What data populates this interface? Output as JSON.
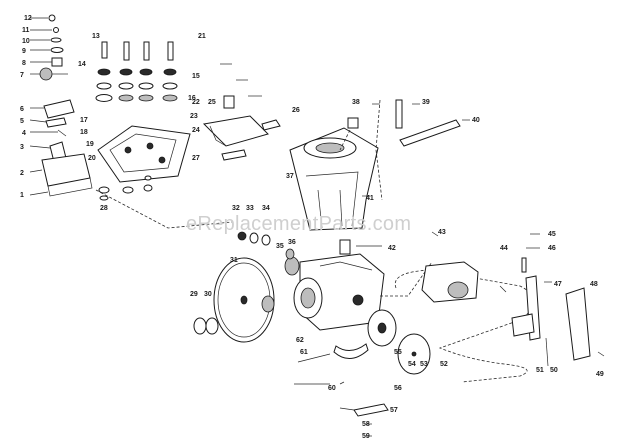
{
  "watermark": "eReplacementParts.com",
  "labels": [
    "12",
    "11",
    "10",
    "9",
    "8",
    "7",
    "6",
    "5",
    "4",
    "3",
    "2",
    "1",
    "13",
    "14",
    "15",
    "16",
    "17",
    "18",
    "19",
    "20",
    "21",
    "22",
    "23",
    "24",
    "25",
    "26",
    "27",
    "28",
    "29",
    "30",
    "31",
    "32",
    "33",
    "34",
    "35",
    "36",
    "37",
    "38",
    "39",
    "40",
    "41",
    "42",
    "43",
    "44",
    "45",
    "46",
    "47",
    "48",
    "49",
    "50",
    "51",
    "52",
    "53",
    "54",
    "55",
    "56",
    "57",
    "58",
    "59",
    "60",
    "61",
    "62"
  ]
}
